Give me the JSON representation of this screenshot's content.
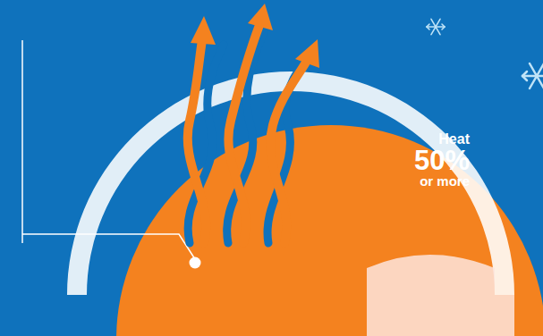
{
  "diagram": {
    "nodes": [
      {
        "text": [
          "Heat",
          "50%",
          "or more"
        ]
      }
    ]
  }
}
